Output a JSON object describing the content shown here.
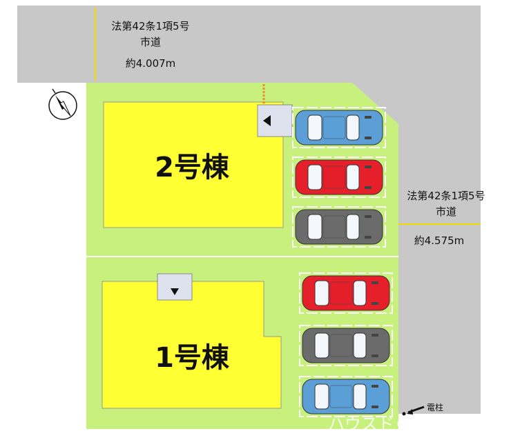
{
  "roads": {
    "north": {
      "line1": "法第42条1項5号",
      "line2": "市道",
      "width": "約4.007m"
    },
    "east": {
      "line1": "法第42条1項5号",
      "line2": "市道",
      "width": "約4.575m"
    }
  },
  "buildings": [
    {
      "id": "2",
      "label": "2号棟",
      "entry_arrow": "left"
    },
    {
      "id": "1",
      "label": "1号棟",
      "entry_arrow": "down"
    }
  ],
  "parking_cars": [
    {
      "color": "#5b9fd6"
    },
    {
      "color": "#e5202a"
    },
    {
      "color": "#6b6b6b"
    },
    {
      "color": "#e5202a"
    },
    {
      "color": "#6b6b6b"
    },
    {
      "color": "#5b9fd6"
    }
  ],
  "utility_pole": {
    "label": "電柱"
  },
  "compass": {
    "icon": "north-arrow-compass"
  },
  "watermark": "ハウスドゥ 龍田",
  "colors": {
    "road": "#c8c8c8",
    "lot": "#c8f07c",
    "building": "#ffff33",
    "divider": "#ffffff",
    "road_marker": "#f2dc00"
  }
}
